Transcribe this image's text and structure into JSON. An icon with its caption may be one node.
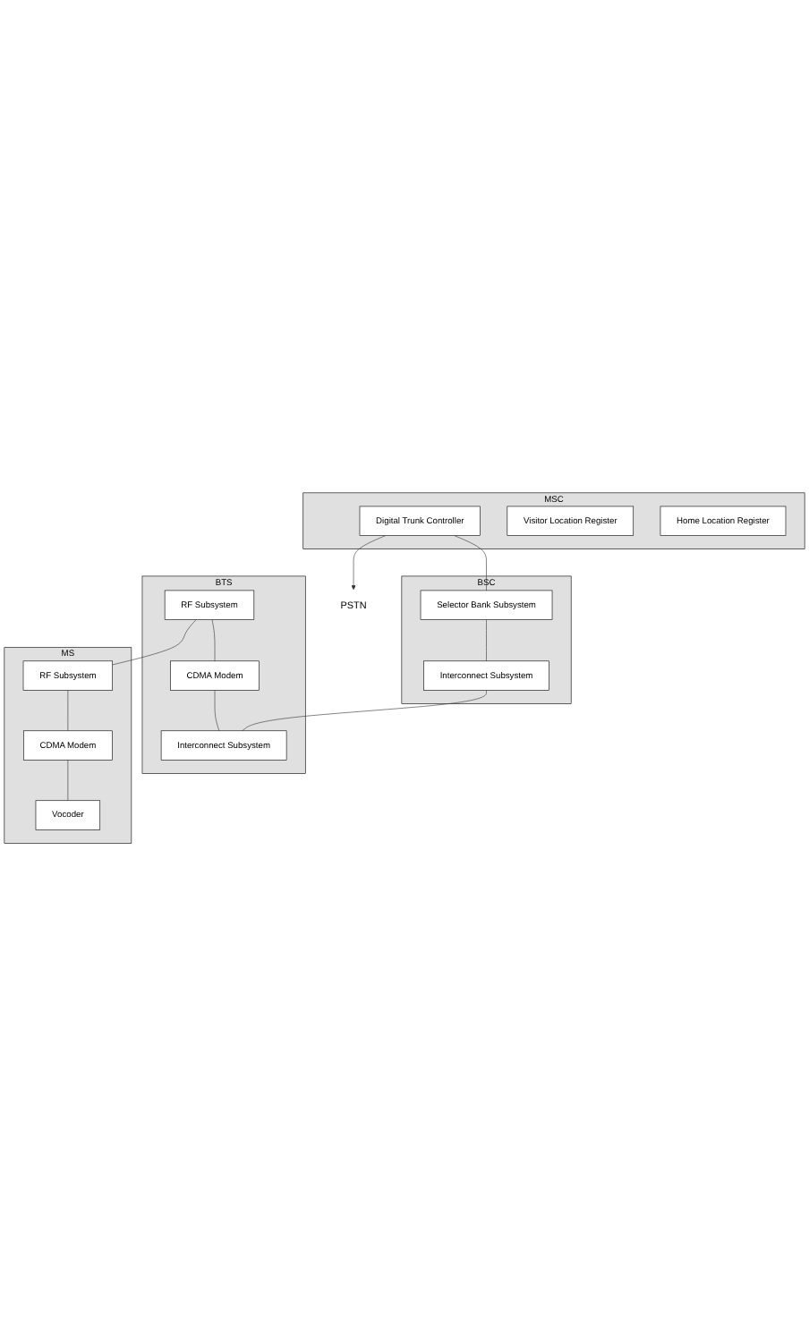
{
  "diagram": {
    "nodes": [
      {
        "text": [
          "PSTN"
        ]
      },
      {
        "text": [
          "MSC"
        ]
      },
      {
        "text": [
          "Digital Trunk Controller"
        ],
        "in": 1
      },
      {
        "text": [
          "Visitor Location Register"
        ],
        "in": 1
      },
      {
        "text": [
          "Home Location Register"
        ],
        "in": 1
      },
      {
        "text": [
          "BSC"
        ]
      },
      {
        "text": [
          "Selector Bank Subsystem"
        ],
        "in": 5
      },
      {
        "text": [
          "Interconnect Subsystem"
        ],
        "in": 5
      },
      {
        "text": [
          "BTS"
        ]
      },
      {
        "text": [
          "RF Subsystem"
        ],
        "in": 8
      },
      {
        "text": [
          "CDMA Modem"
        ],
        "in": 8
      },
      {
        "text": [
          "Interconnect Subsystem"
        ],
        "in": 8
      },
      {
        "text": [
          "MS"
        ]
      },
      {
        "text": [
          "RF Subsystem"
        ],
        "in": 12
      },
      {
        "text": [
          "CDMA Modem"
        ],
        "in": 12
      },
      {
        "text": [
          "Vocoder"
        ],
        "in": 12
      }
    ],
    "edges": [
      {
        "from": 2,
        "to": 0,
        "arrow": "to"
      },
      {
        "from": 2,
        "to": 6,
        "arrow": "none"
      },
      {
        "from": 6,
        "to": 7,
        "arrow": "none"
      },
      {
        "from": 7,
        "to": 11,
        "arrow": "none"
      },
      {
        "from": 9,
        "to": 10,
        "arrow": "none"
      },
      {
        "from": 10,
        "to": 11,
        "arrow": "none"
      },
      {
        "from": 9,
        "to": 13,
        "arrow": "none"
      },
      {
        "from": 13,
        "to": 14,
        "arrow": "none"
      },
      {
        "from": 14,
        "to": 15,
        "arrow": "none"
      }
    ]
  }
}
